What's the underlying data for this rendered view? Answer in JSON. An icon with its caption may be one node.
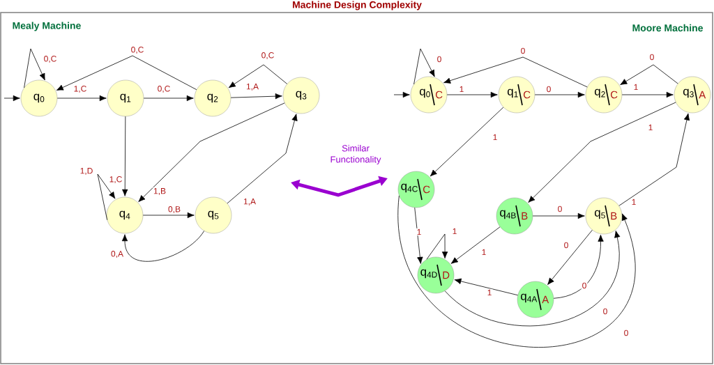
{
  "diagram": {
    "title": "Machine Design Complexity",
    "nodes": [
      {
        "text": [
          "q$_{0}$"
        ]
      },
      {
        "text": [
          "q$_{1}$"
        ]
      },
      {
        "text": [
          "q$_{2}$"
        ]
      },
      {
        "text": [
          "q$_{3}$"
        ]
      },
      {
        "text": [
          "q$_{4}$"
        ]
      },
      {
        "text": [
          "q$_{5}$"
        ]
      },
      {
        "text": [
          "q$_{0}$",
          "C"
        ]
      },
      {
        "text": [
          "q$_{1}$",
          "C"
        ]
      },
      {
        "text": [
          "q$_{2}$",
          "C"
        ]
      },
      {
        "text": [
          "q$_{3}$",
          "A"
        ]
      },
      {
        "text": [
          "q$_{4C}$",
          "C"
        ]
      },
      {
        "text": [
          "q$_{4B}$",
          "B"
        ]
      },
      {
        "text": [
          "q$_{5}$",
          "B"
        ]
      },
      {
        "text": [
          "q$_{4D}$",
          "D"
        ]
      },
      {
        "text": [
          "q$_{4A}$",
          "A"
        ]
      }
    ],
    "edges": [
      {
        "from": null,
        "to": 0,
        "arrow": "to"
      },
      {
        "from": 0,
        "to": 0,
        "arrow": "to",
        "label": "0,C"
      },
      {
        "from": 0,
        "to": 1,
        "arrow": "to",
        "label": "1,C"
      },
      {
        "from": 1,
        "to": 2,
        "arrow": "to",
        "label": "0,C"
      },
      {
        "from": 2,
        "to": 3,
        "arrow": "to",
        "label": "1,A"
      },
      {
        "from": 2,
        "to": 0,
        "arrow": "to",
        "label": "0,C"
      },
      {
        "from": 3,
        "to": 2,
        "arrow": "to",
        "label": "0,C"
      },
      {
        "from": 1,
        "to": 4,
        "arrow": "to",
        "label": "1,C"
      },
      {
        "from": 3,
        "to": 4,
        "arrow": "to",
        "label": "1,B"
      },
      {
        "from": 4,
        "to": 4,
        "arrow": "to",
        "label": "1,D"
      },
      {
        "from": 4,
        "to": 5,
        "arrow": "to",
        "label": "0,B"
      },
      {
        "from": 5,
        "to": 3,
        "arrow": "to",
        "label": "1,A"
      },
      {
        "from": 5,
        "to": 4,
        "arrow": "to",
        "label": "0,A"
      },
      {
        "from": null,
        "to": 6,
        "arrow": "to"
      },
      {
        "from": 6,
        "to": 6,
        "arrow": "to",
        "label": "0"
      },
      {
        "from": 6,
        "to": 7,
        "arrow": "to",
        "label": "1"
      },
      {
        "from": 7,
        "to": 8,
        "arrow": "to",
        "label": "0"
      },
      {
        "from": 8,
        "to": 9,
        "arrow": "to",
        "label": "1"
      },
      {
        "from": 8,
        "to": 6,
        "arrow": "to",
        "label": "0"
      },
      {
        "from": 9,
        "to": 8,
        "arrow": "to",
        "label": "0"
      },
      {
        "from": 7,
        "to": 10,
        "arrow": "to",
        "label": "1"
      },
      {
        "from": 9,
        "to": 11,
        "arrow": "to",
        "label": "1"
      },
      {
        "from": 11,
        "to": 12,
        "arrow": "to",
        "label": "0"
      },
      {
        "from": 12,
        "to": 9,
        "arrow": "to",
        "label": "1"
      },
      {
        "from": 10,
        "to": 13,
        "arrow": "to",
        "label": "1"
      },
      {
        "from": 13,
        "to": 13,
        "arrow": "to",
        "label": "1"
      },
      {
        "from": 11,
        "to": 13,
        "arrow": "to",
        "label": "1"
      },
      {
        "from": 12,
        "to": 14,
        "arrow": "to",
        "label": "0"
      },
      {
        "from": 14,
        "to": 13,
        "arrow": "to",
        "label": "1"
      },
      {
        "from": 14,
        "to": 12,
        "arrow": "to",
        "label": "0"
      },
      {
        "from": 13,
        "to": 12,
        "arrow": "to",
        "label": "0"
      },
      {
        "from": 10,
        "to": 12,
        "arrow": "to",
        "label": "0"
      }
    ],
    "labels": [
      "Mealy Machine",
      "Moore Machine",
      "Similar Functionality"
    ]
  }
}
